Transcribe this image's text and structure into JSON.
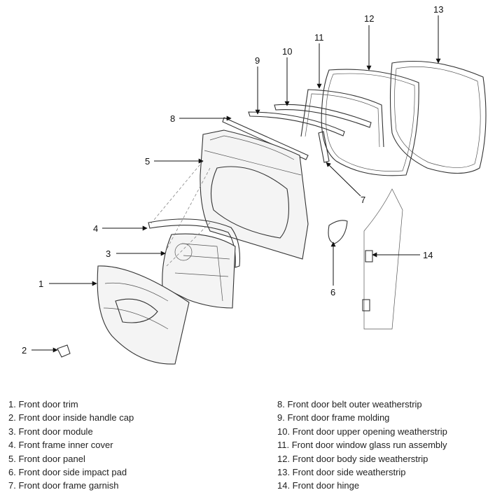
{
  "callouts": [
    "1",
    "2",
    "3",
    "4",
    "5",
    "6",
    "7",
    "8",
    "9",
    "10",
    "11",
    "12",
    "13",
    "14"
  ],
  "legend": {
    "left": [
      "1. Front door trim",
      "2. Front door inside handle cap",
      "3. Front door module",
      "4. Front frame inner cover",
      "5. Front door panel",
      "6. Front door side impact pad",
      "7. Front door frame garnish"
    ],
    "right": [
      "8. Front door belt outer weatherstrip",
      "9. Front door frame molding",
      "10. Front door upper opening weatherstrip",
      "11. Front door window glass run assembly",
      "12. Front door body side weatherstrip",
      "13. Front door side weatherstrip",
      "14. Front door hinge"
    ]
  }
}
